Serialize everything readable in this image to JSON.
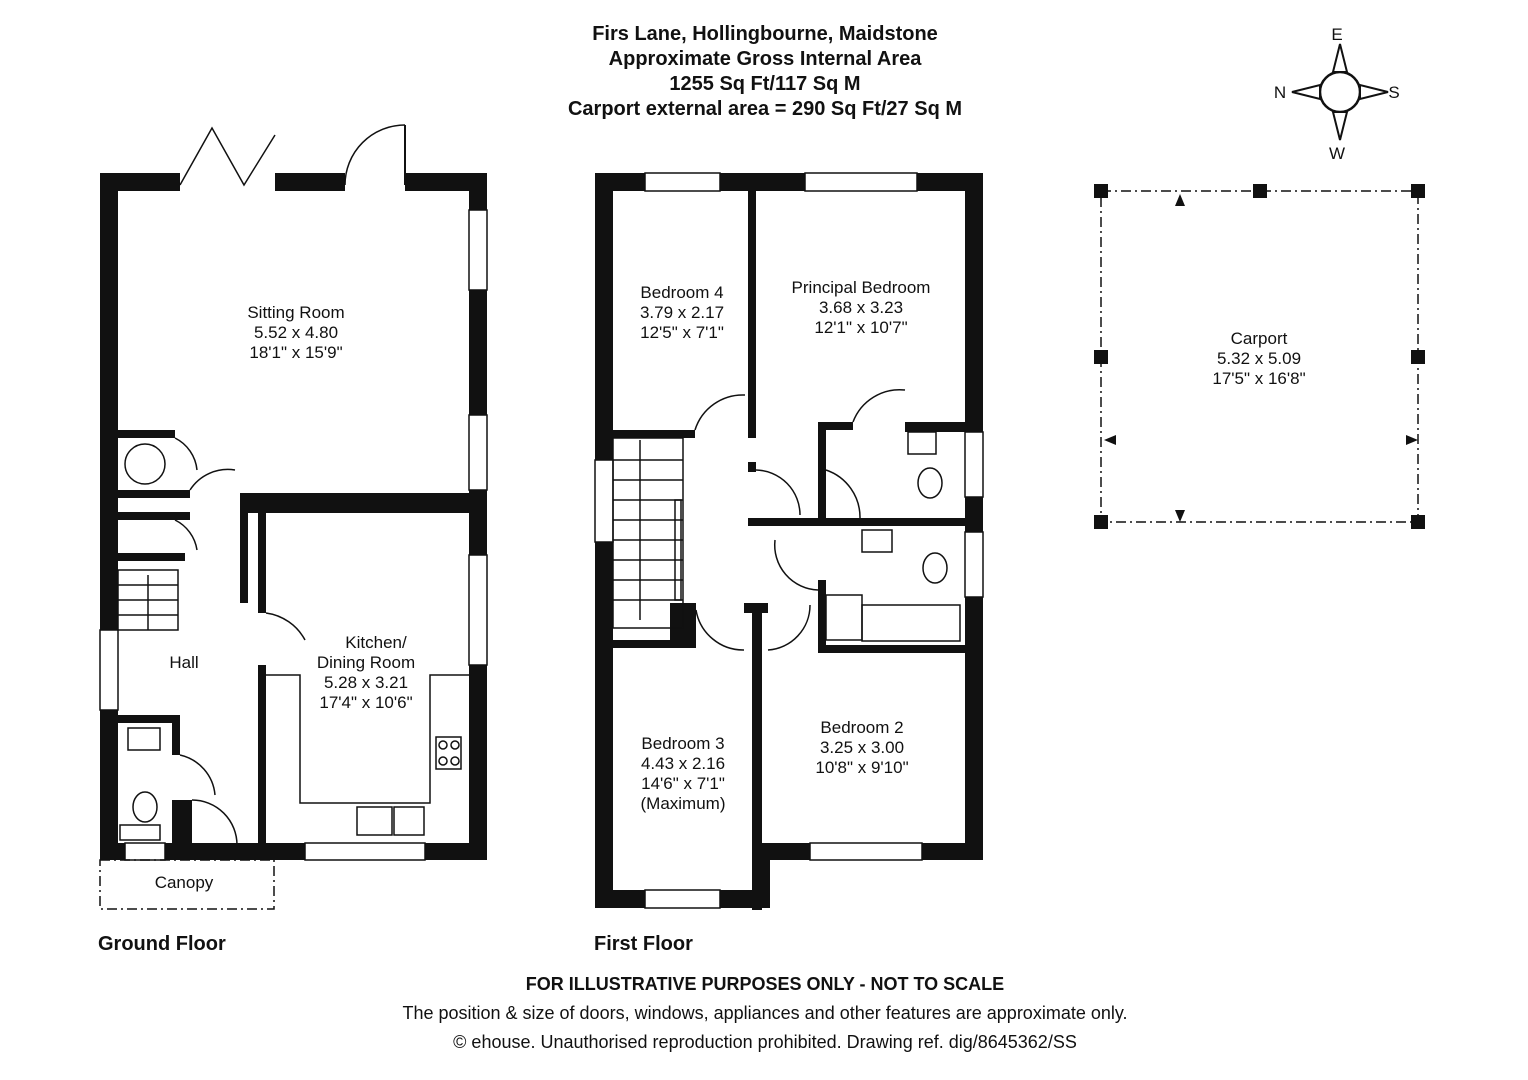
{
  "header": {
    "address": "Firs Lane, Hollingbourne, Maidstone",
    "area_title": "Approximate Gross Internal Area",
    "area_value": "1255 Sq Ft/117 Sq M",
    "carport_area": "Carport external area = 290 Sq Ft/27 Sq M"
  },
  "compass": {
    "n": "N",
    "e": "E",
    "s": "S",
    "w": "W"
  },
  "ground_floor": {
    "label": "Ground Floor",
    "rooms": [
      {
        "name": "Sitting Room",
        "metric": "5.52 x 4.80",
        "imperial": "18'1\" x 15'9\""
      },
      {
        "name": "Kitchen/",
        "name2": "Dining Room",
        "metric": "5.28 x 3.21",
        "imperial": "17'4\" x 10'6\""
      },
      {
        "name": "Hall"
      },
      {
        "name": "Canopy"
      }
    ]
  },
  "first_floor": {
    "label": "First Floor",
    "rooms": [
      {
        "name": "Bedroom 4",
        "metric": "3.79 x 2.17",
        "imperial": "12'5\" x 7'1\""
      },
      {
        "name": "Principal Bedroom",
        "metric": "3.68 x 3.23",
        "imperial": "12'1\" x 10'7\""
      },
      {
        "name": "Bedroom 3",
        "metric": "4.43 x 2.16",
        "imperial": "14'6\" x 7'1\"",
        "note": "(Maximum)"
      },
      {
        "name": "Bedroom 2",
        "metric": "3.25 x 3.00",
        "imperial": "10'8\" x 9'10\""
      }
    ]
  },
  "carport": {
    "name": "Carport",
    "metric": "5.32 x 5.09",
    "imperial": "17'5\" x 16'8\""
  },
  "footer": {
    "disclaimer": "FOR ILLUSTRATIVE PURPOSES ONLY - NOT TO SCALE",
    "note": "The position & size of doors, windows, appliances and other features are approximate only.",
    "copyright": "© ehouse. Unauthorised reproduction prohibited. Drawing ref. dig/8645362/SS"
  }
}
